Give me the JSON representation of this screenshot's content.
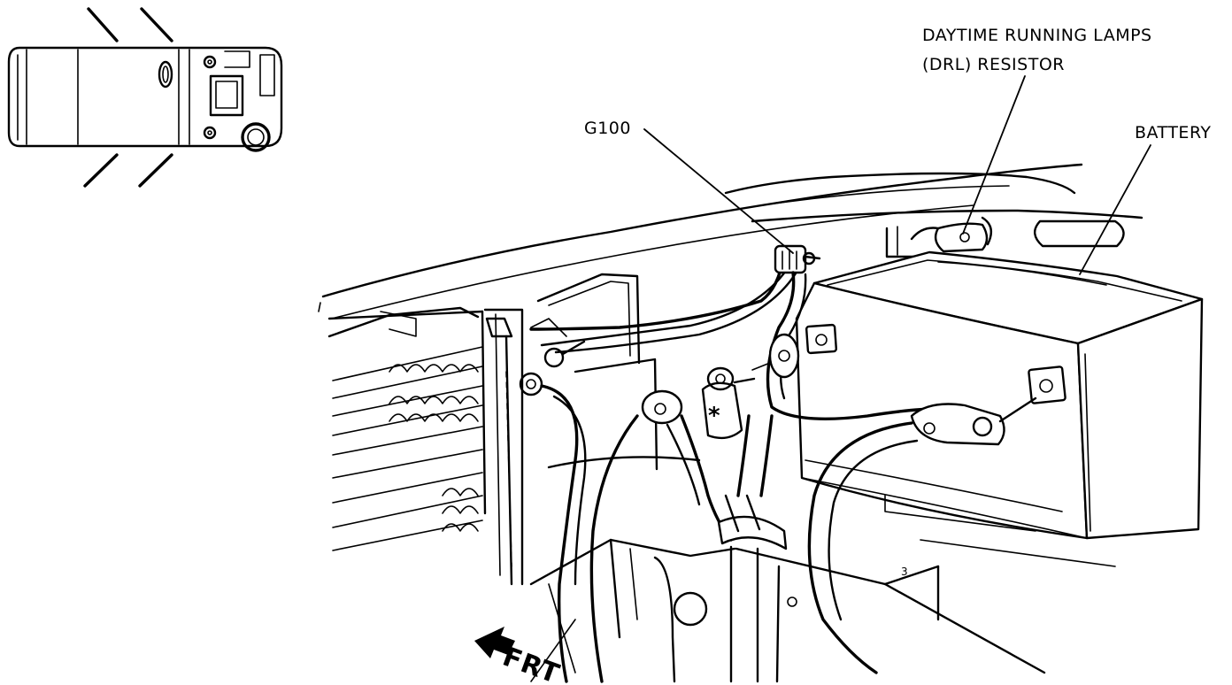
{
  "labels": {
    "drl_line1": "DAYTIME RUNNING LAMPS",
    "drl_line2": "(DRL) RESISTOR",
    "g100": "G100",
    "battery": "BATTERY",
    "frt": "FRT",
    "asterisk": "*",
    "small_mark": "3"
  },
  "icons": {
    "locator": "vehicle-top-view-locator",
    "direction": "front-direction-arrow-icon"
  }
}
